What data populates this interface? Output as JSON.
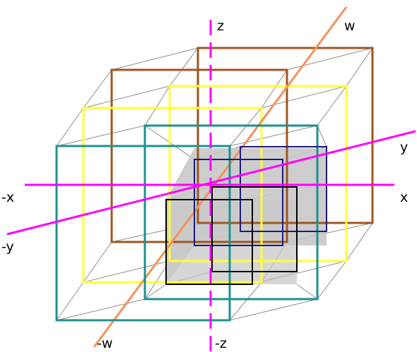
{
  "labels": {
    "z_pos": "z",
    "z_neg": "-z",
    "x_pos": "x",
    "x_neg": "-x",
    "y_pos": "y",
    "y_neg": "-y",
    "w_pos": "w",
    "w_neg": "-w"
  },
  "colors": {
    "background": "#ffffff",
    "z_axis": "#ff00ff",
    "x_axis": "#ff00ff",
    "y_axis": "#ff00ff",
    "w_axis": "#f4915a",
    "cube_brown": "#a0561e",
    "cube_yellow": "#ffff33",
    "cube_teal": "#1e9090",
    "cube_navy": "#1a1a80",
    "cube_black": "#000000",
    "cube_fill_gray": "#c8c8c8",
    "edge_gray": "#8c8c8c"
  }
}
